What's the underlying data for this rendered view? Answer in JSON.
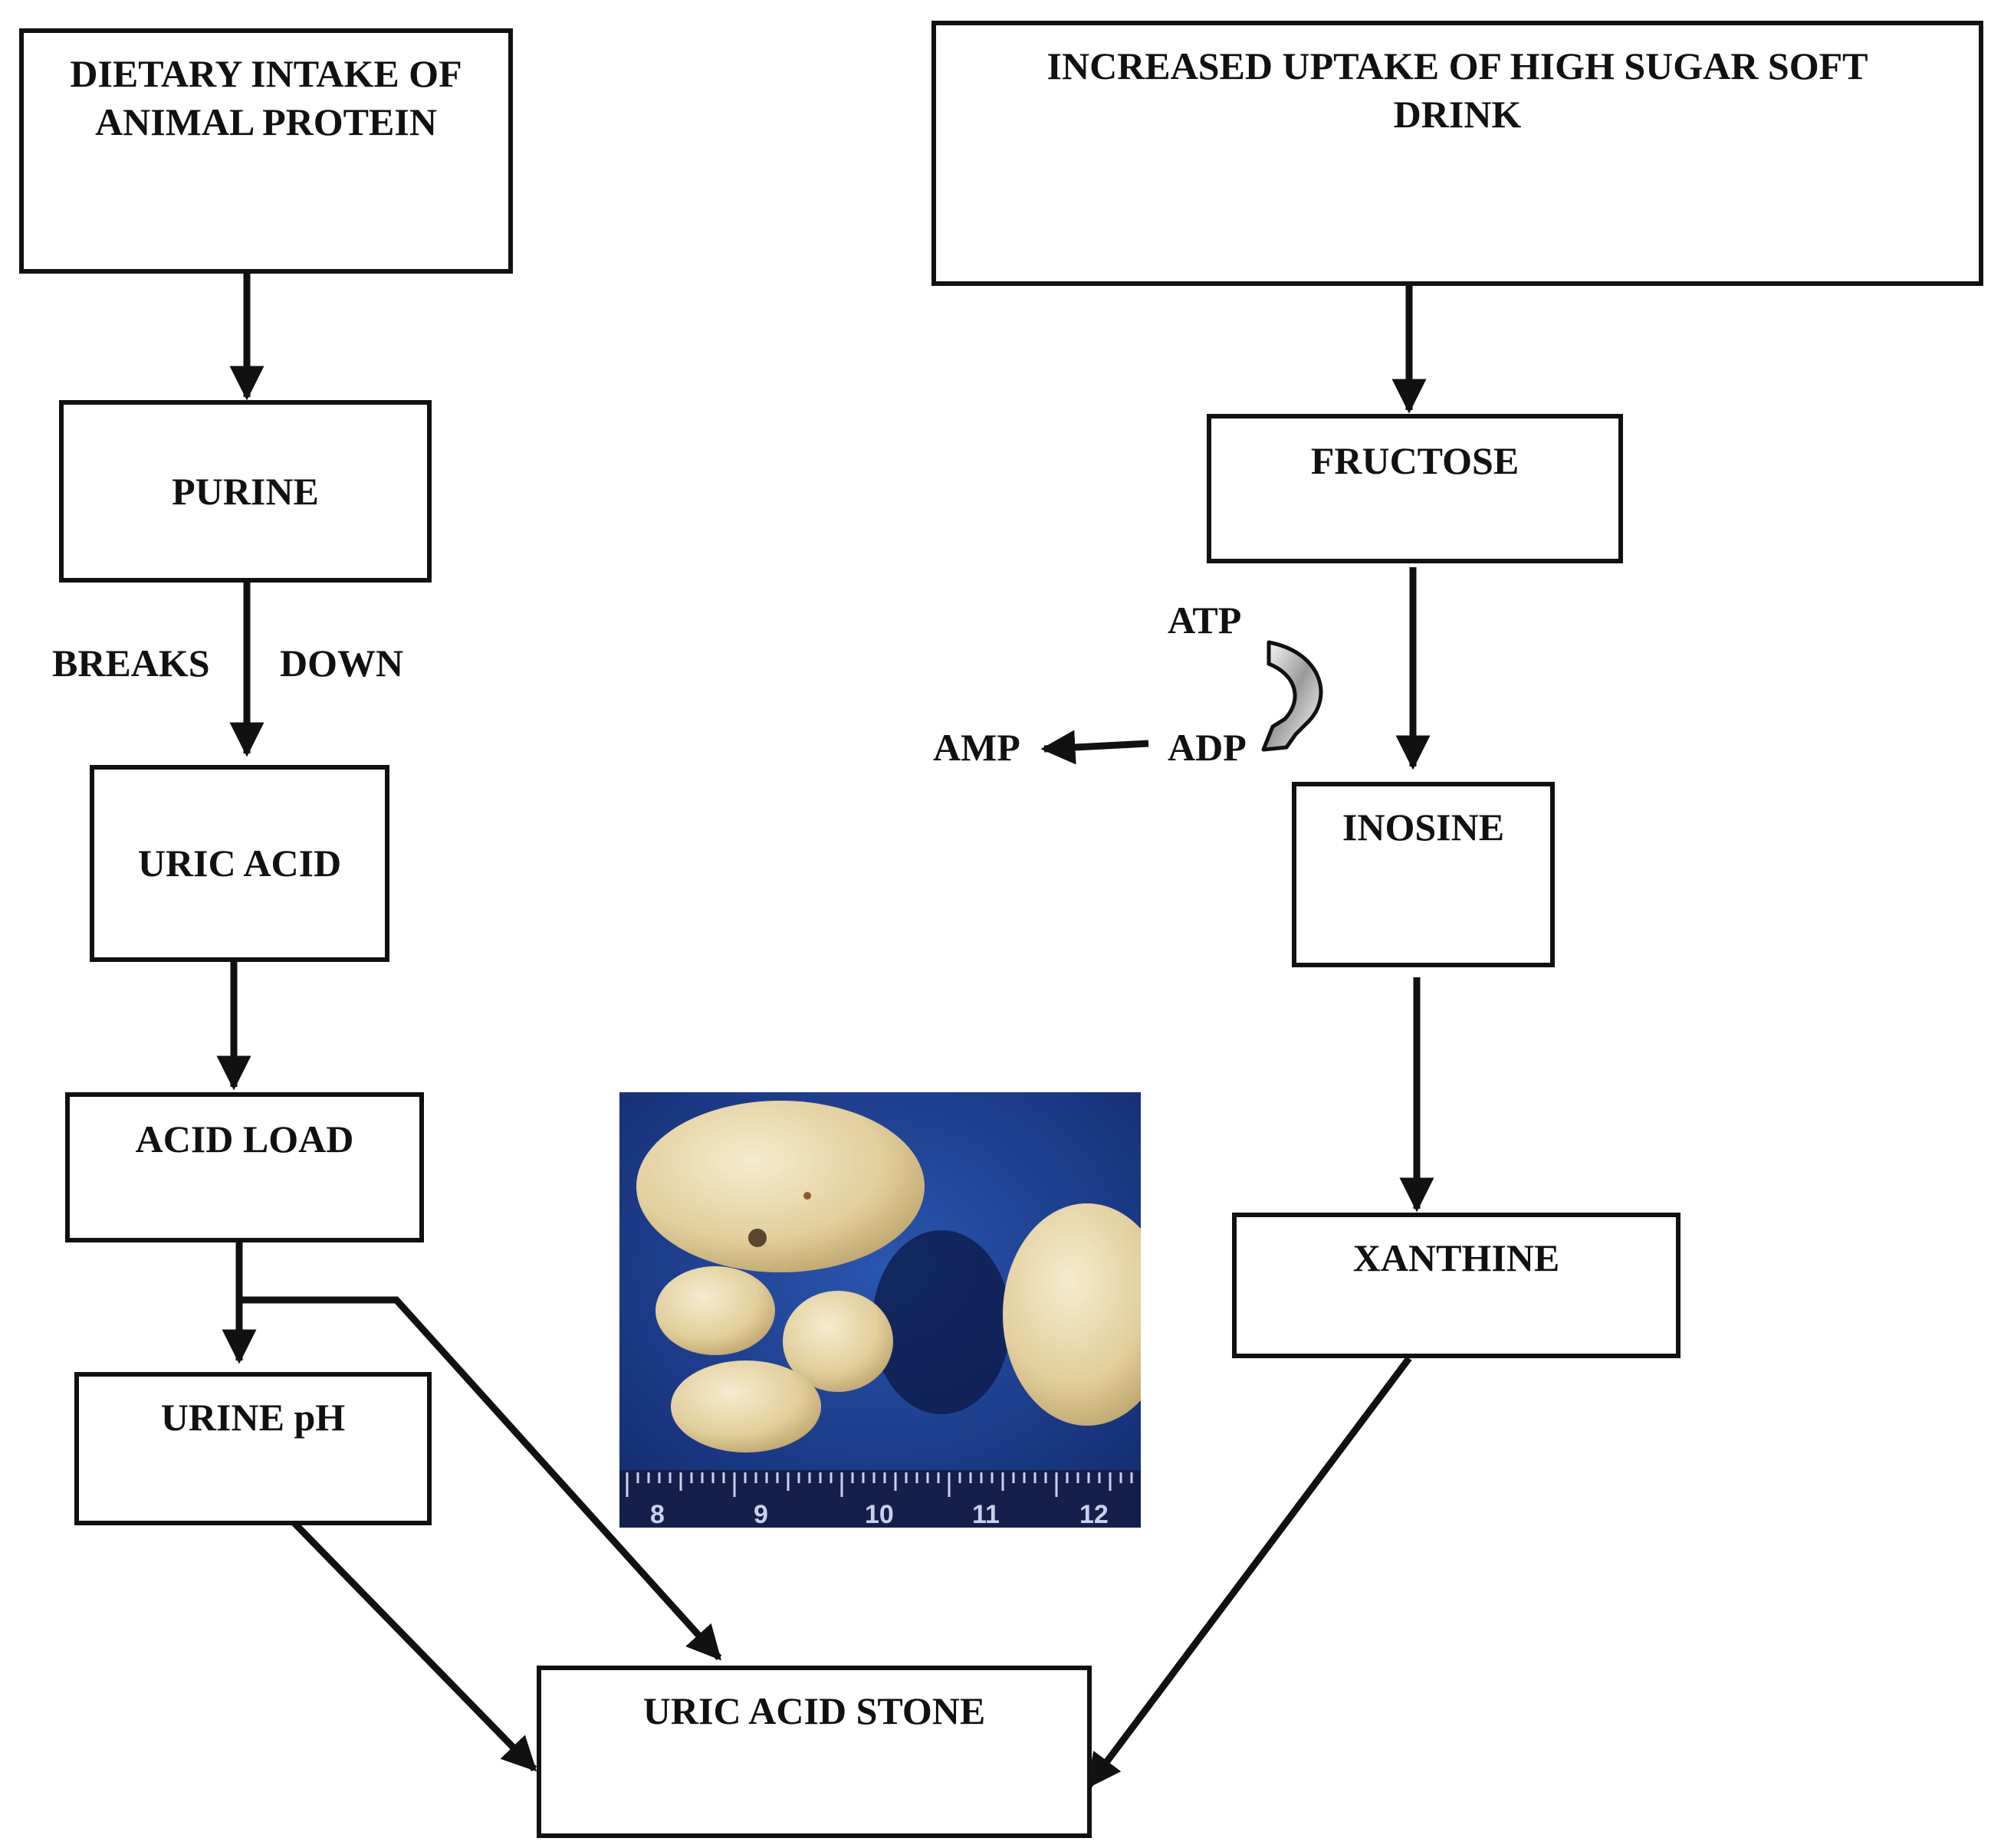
{
  "nodes": {
    "animal_protein": "DIETARY INTAKE OF ANIMAL PROTEIN",
    "purine": "PURINE",
    "uric_acid": "URIC ACID",
    "acid_load": "ACID LOAD",
    "urine_ph": "URINE pH",
    "sugar_drink": "INCREASED UPTAKE OF HIGH SUGAR SOFT DRINK",
    "fructose": "FRUCTOSE",
    "inosine": "INOSINE",
    "xanthine": "XANTHINE",
    "uric_acid_stone": "URIC ACID STONE"
  },
  "labels": {
    "breaks": "BREAKS",
    "down": "DOWN",
    "atp": "ATP",
    "adp": "ADP",
    "amp": "AMP"
  },
  "photo": {
    "ruler_marks": [
      "8",
      "9",
      "10",
      "11",
      "12"
    ]
  },
  "colors": {
    "stroke": "#111111",
    "photo_background": "#1a3f8f",
    "stone_fill": "#e8d7a8"
  }
}
